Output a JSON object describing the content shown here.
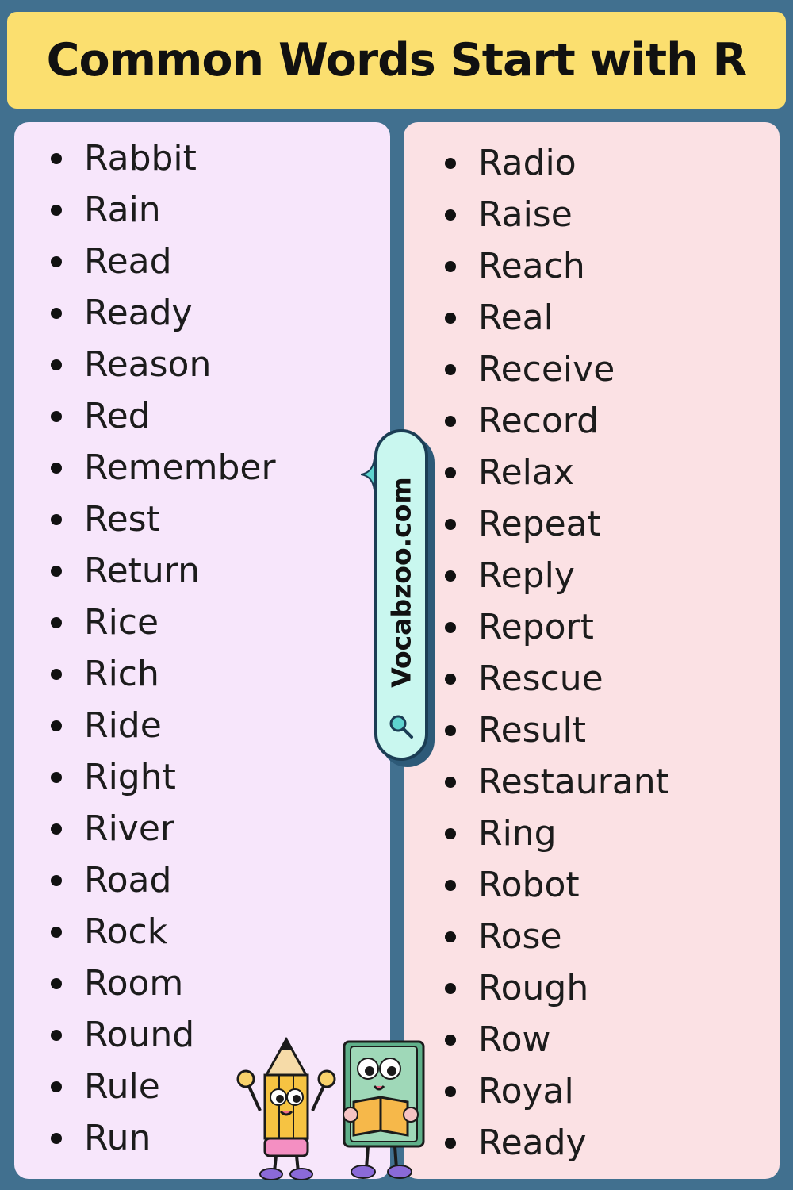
{
  "title": "Common Words Start with R",
  "left_words": [
    "Rabbit",
    "Rain",
    "Read",
    "Ready",
    "Reason",
    "Red",
    "Remember",
    "Rest",
    "Return",
    "Rice",
    "Rich",
    "Ride",
    "Right",
    "River",
    "Road",
    "Rock",
    "Room",
    "Round",
    "Rule",
    "Run"
  ],
  "right_words": [
    "Radio",
    "Raise",
    "Reach",
    "Real",
    "Receive",
    "Record",
    "Relax",
    "Repeat",
    "Reply",
    "Report",
    "Rescue",
    "Result",
    "Restaurant",
    "Ring",
    "Robot",
    "Rose",
    "Rough",
    "Row",
    "Royal",
    "Ready"
  ],
  "badge": {
    "text": "Vocabzoo.com",
    "icon": "search-icon"
  },
  "colors": {
    "background": "#41708f",
    "title_bg": "#fbdf6f",
    "left_panel": "#f7e6fb",
    "right_panel": "#fbe1e4",
    "badge_bg": "#c9f7ef"
  }
}
